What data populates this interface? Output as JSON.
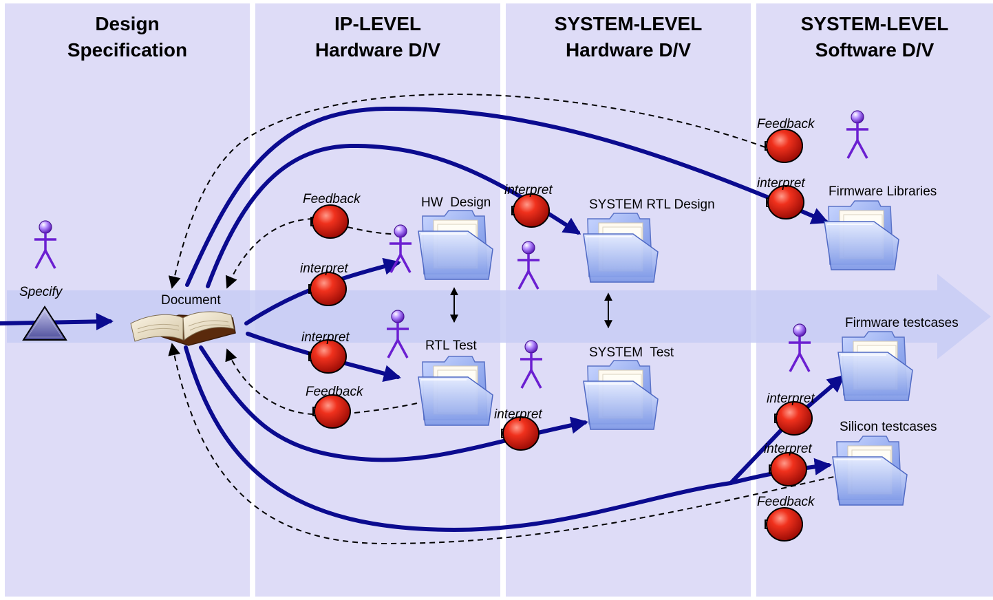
{
  "lanes": [
    {
      "line1": "Design",
      "line2": "Specification"
    },
    {
      "line1": "IP-LEVEL",
      "line2": "Hardware D/V"
    },
    {
      "line1": "SYSTEM-LEVEL",
      "line2": "Hardware D/V"
    },
    {
      "line1": "SYSTEM-LEVEL",
      "line2": "Software D/V"
    }
  ],
  "labels": {
    "specify": "Specify",
    "document": "Document",
    "hw_design": "HW  Design",
    "rtl_test": "RTL Test",
    "system_rtl_design": "SYSTEM RTL Design",
    "system_test": "SYSTEM  Test",
    "firmware_libraries": "Firmware Libraries",
    "firmware_testcases": "Firmware testcases",
    "silicon_testcases": "Silicon testcases"
  },
  "actions": {
    "feedback": "Feedback",
    "interpret": "interpret"
  },
  "colors": {
    "lane_fill": "#dedcf7",
    "flow_arrow": "#c8cdf4",
    "path_stroke": "#0b0b8f",
    "activity_fill": "#e01818",
    "actor": "#6b1fd1",
    "folder": "#7f9be8"
  }
}
